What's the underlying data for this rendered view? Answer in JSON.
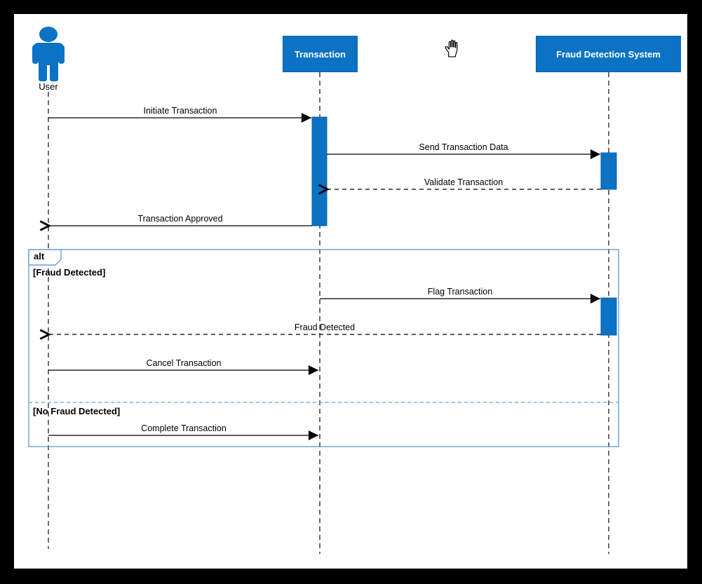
{
  "canvas": {
    "page_background": "#000000",
    "canvas_background": "#ffffff"
  },
  "actor": {
    "label": "User"
  },
  "participants": [
    {
      "label": "Transaction"
    },
    {
      "label": "Fraud Detection System"
    }
  ],
  "messages": [
    {
      "label": "Initiate Transaction",
      "from": "User",
      "to": "Transaction",
      "line": "solid",
      "arrowhead": "filled"
    },
    {
      "label": "Send Transaction Data",
      "from": "Transaction",
      "to": "Fraud Detection System",
      "line": "solid",
      "arrowhead": "filled"
    },
    {
      "label": "Validate Transaction",
      "from": "Fraud Detection System",
      "to": "Transaction",
      "line": "dashed",
      "arrowhead": "open"
    },
    {
      "label": "Transaction Approved",
      "from": "Transaction",
      "to": "User",
      "line": "solid",
      "arrowhead": "open"
    },
    {
      "label": "Flag Transaction",
      "from": "Transaction",
      "to": "Fraud Detection System",
      "line": "solid",
      "arrowhead": "filled"
    },
    {
      "label": "Fraud Detected",
      "from": "Fraud Detection System",
      "to": "User",
      "line": "dashed",
      "arrowhead": "open"
    },
    {
      "label": "Cancel Transaction",
      "from": "User",
      "to": "Transaction",
      "line": "solid",
      "arrowhead": "filled"
    },
    {
      "label": "Complete Transaction",
      "from": "User",
      "to": "Transaction",
      "line": "solid",
      "arrowhead": "filled"
    }
  ],
  "alt_frame": {
    "operator": "alt",
    "guard1": "[Fraud Detected]",
    "guard2": "[No Fraud Detected]"
  },
  "colors": {
    "shape_fill": "#0b72c4",
    "shape_stroke": "#0a64ad",
    "frame_stroke": "#68a0d8",
    "lifeline_stroke": "#2e2e2e",
    "message_stroke": "#000000"
  },
  "icons": {
    "cursor": "open-hand-cursor"
  }
}
